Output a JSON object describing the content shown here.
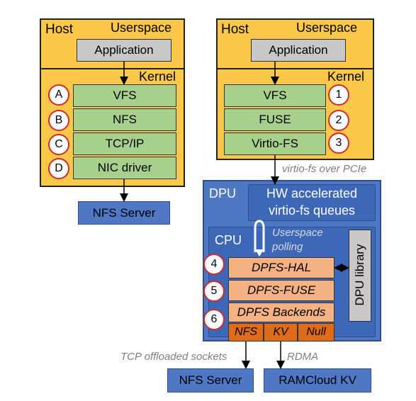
{
  "left_host": {
    "title": "Host",
    "userspace_label": "Userspace",
    "kernel_label": "Kernel",
    "app_label": "Application",
    "layers": [
      {
        "badge": "A",
        "label": "VFS"
      },
      {
        "badge": "B",
        "label": "NFS"
      },
      {
        "badge": "C",
        "label": "TCP/IP"
      },
      {
        "badge": "D",
        "label": "NIC driver"
      }
    ],
    "server_label": "NFS Server"
  },
  "right_host": {
    "title": "Host",
    "userspace_label": "Userspace",
    "kernel_label": "Kernel",
    "app_label": "Application",
    "layers": [
      {
        "badge": "1",
        "label": "VFS"
      },
      {
        "badge": "2",
        "label": "FUSE"
      },
      {
        "badge": "3",
        "label": "Virtio-FS"
      }
    ]
  },
  "pcie_label": "virtio-fs over PCIe",
  "dpu": {
    "label": "DPU",
    "hw_queues_line1": "HW accelerated",
    "hw_queues_line2": "virtio-fs queues",
    "cpu_label": "CPU",
    "polling_line1": "Userspace",
    "polling_line2": "polling",
    "dpu_library_label": "DPU library",
    "stack": [
      {
        "badge": "4",
        "label": "DPFS-HAL"
      },
      {
        "badge": "5",
        "label": "DPFS-FUSE"
      },
      {
        "badge": "6",
        "label": "DPFS Backends"
      }
    ],
    "backends": [
      "NFS",
      "KV",
      "Null"
    ]
  },
  "tcp_label": "TCP offloaded sockets",
  "rdma_label": "RDMA",
  "bottom_servers": [
    "NFS Server",
    "RAMCloud KV"
  ],
  "colors": {
    "host": "#fcc84a",
    "green": "#a8d08d",
    "blue": "#4f77c3",
    "orange": "#f4b183",
    "dark_orange": "#e06c1a",
    "badge_border": "#d22a2a"
  }
}
